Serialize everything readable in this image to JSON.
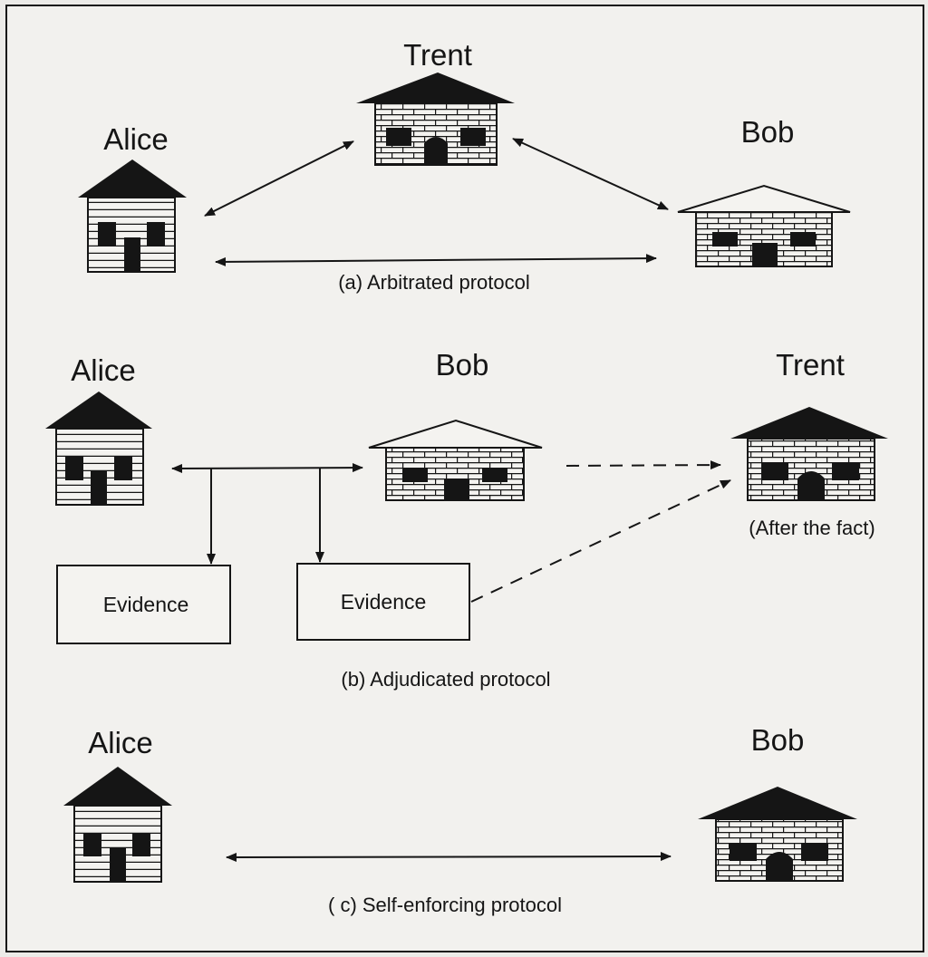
{
  "panels": {
    "a": {
      "caption": "(a) Arbitrated protocol",
      "alice": "Alice",
      "trent": "Trent",
      "bob": "Bob"
    },
    "b": {
      "caption": "(b) Adjudicated protocol",
      "alice": "Alice",
      "bob": "Bob",
      "trent": "Trent",
      "trent_note": "(After the fact)",
      "evidence_left": "Evidence",
      "evidence_right": "Evidence"
    },
    "c": {
      "caption": "( c) Self-enforcing protocol",
      "alice": "Alice",
      "bob": "Bob"
    }
  },
  "colors": {
    "ink": "#151515",
    "paper": "#f2f1ee",
    "background": "#ecebe8"
  }
}
